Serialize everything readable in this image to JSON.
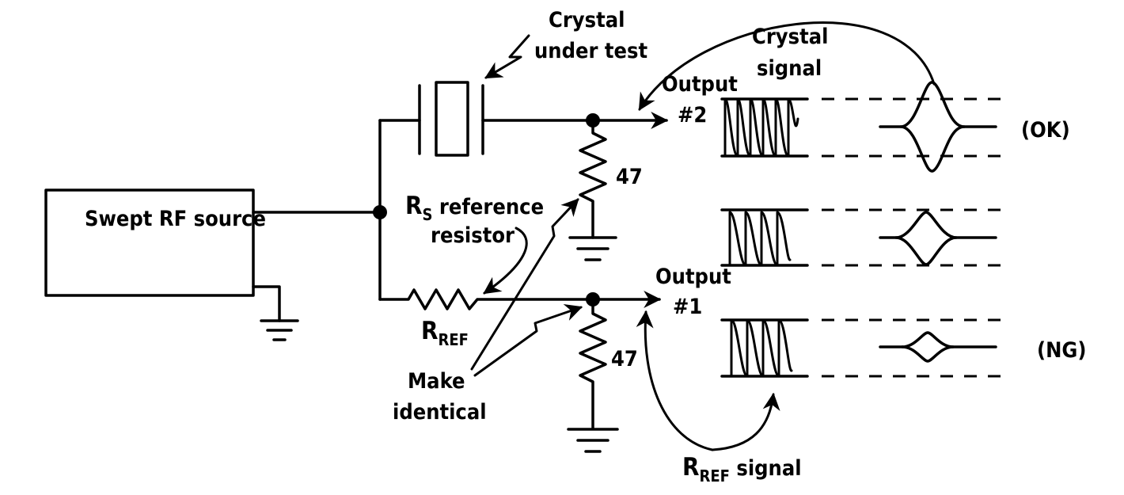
{
  "labels": {
    "source": "Swept RF source",
    "crystal_line1": "Crystal",
    "crystal_line2": "under test",
    "crystal_signal_line1": "Crystal",
    "crystal_signal_line2": "signal",
    "output2_line1": "Output",
    "output2_line2": "#2",
    "output1_line1": "Output",
    "output1_line2": "#1",
    "rs_main": "R",
    "rs_sub": "S",
    "rs_rest_line1": " reference",
    "rs_line2": "resistor",
    "rref_main": "R",
    "rref_sub": "REF",
    "res_top_value": "47",
    "res_bottom_value": "47",
    "make_line1": "Make",
    "make_line2": "identical",
    "rref_signal_main": "R",
    "rref_signal_sub": "REF",
    "rref_signal_rest": " signal",
    "ok": "(OK)",
    "ng": "(NG)"
  }
}
